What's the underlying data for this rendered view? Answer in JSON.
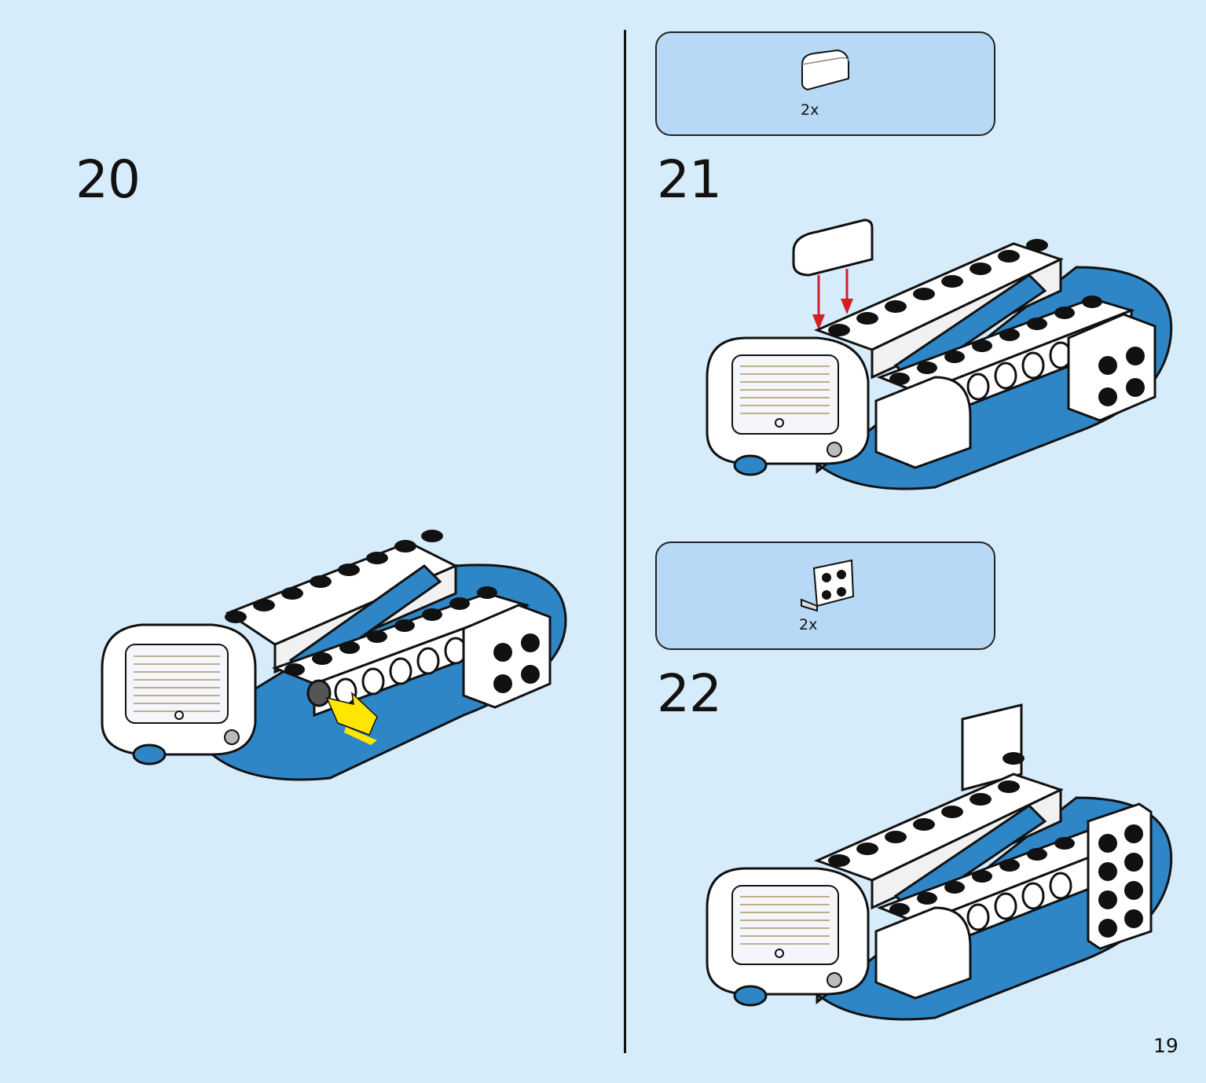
{
  "steps": [
    {
      "number": "20"
    },
    {
      "number": "21",
      "parts": {
        "quantity": "2x",
        "icon": "curved-slope-brick-icon"
      }
    },
    {
      "number": "22",
      "parts": {
        "quantity": "2x",
        "icon": "bracket-plate-icon"
      }
    }
  ],
  "page_number": "19",
  "colors": {
    "background": "#d6ecfb",
    "parts_box": "#b7d9f5",
    "model_blue": "#2f86c6",
    "arrow_yellow": "#ffe600",
    "arrow_red": "#d32027"
  }
}
